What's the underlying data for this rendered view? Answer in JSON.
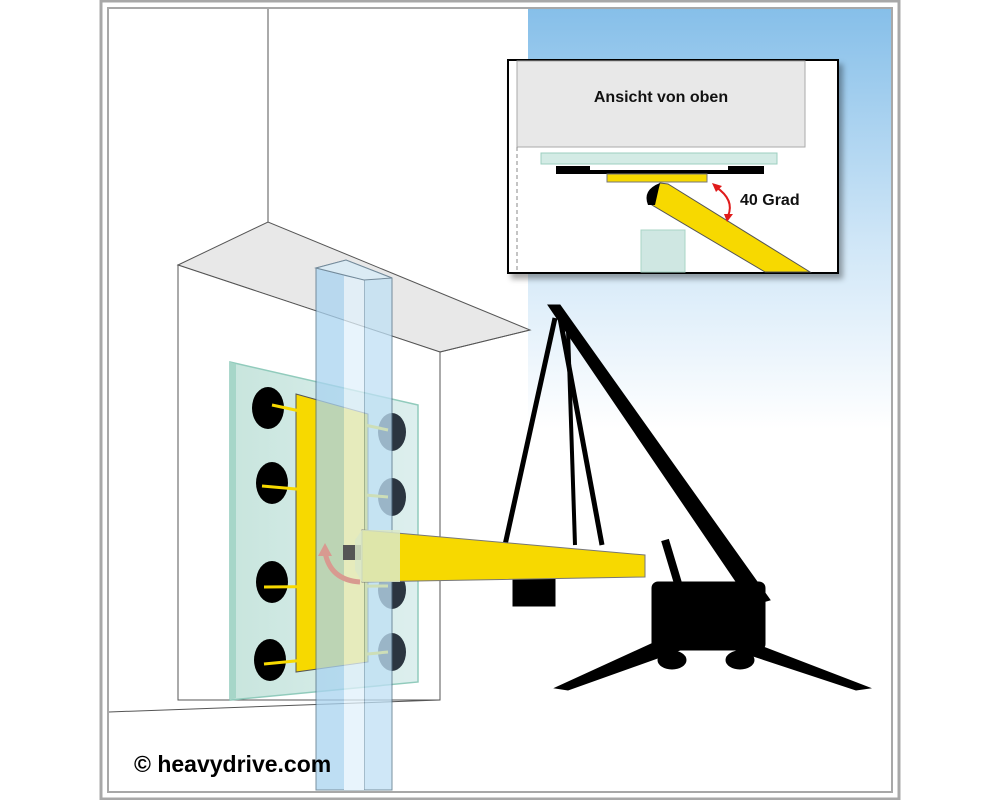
{
  "inset": {
    "title": "Ansicht von oben",
    "angle_label": "40 Grad"
  },
  "copyright": "© heavydrive.com",
  "colors": {
    "yellow": "#f7d900",
    "glass": "#cfe8e0",
    "column": "#bfe0f5",
    "sky": "#8ec3ea",
    "arrow_red": "#e01b1b"
  }
}
